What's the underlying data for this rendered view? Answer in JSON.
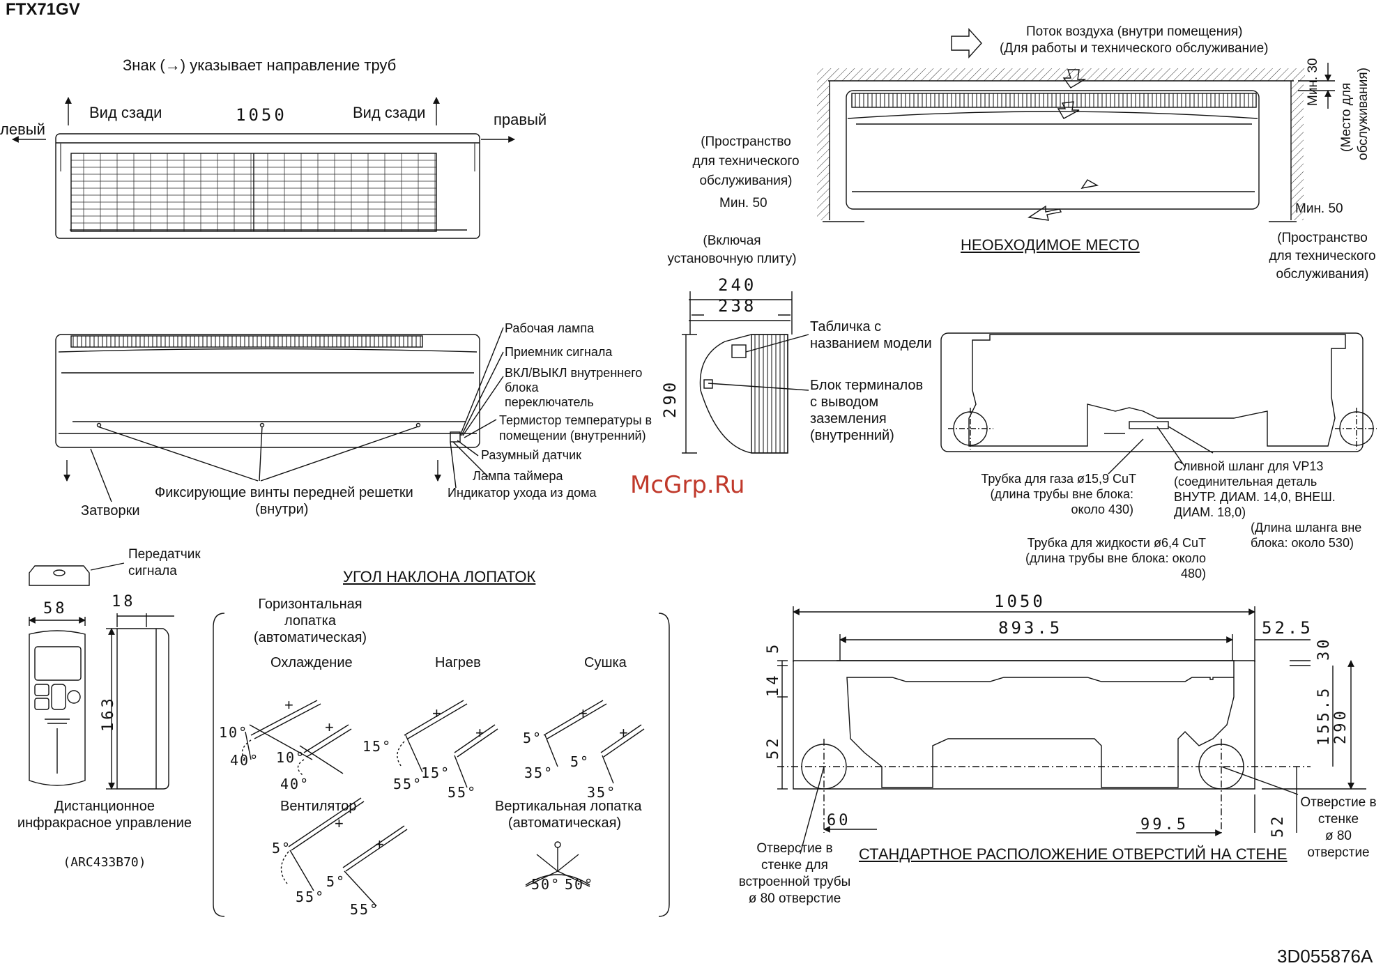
{
  "model": "FTX71GV",
  "doc_code": "3D055876A",
  "watermark": "McGrp.Ru",
  "front": {
    "legend_prefix": "Знак (",
    "legend_arrow": "→",
    "legend_suffix": ")  указывает направление труб",
    "left": "левый",
    "right": "правый",
    "rear_left": "Вид сзади",
    "rear_right": "Вид сзади",
    "width": "1050"
  },
  "front_labels": {
    "operation_lamp": "Рабочая лампа",
    "signal_receiver": "Приемник сигнала",
    "onoff_1": "ВКЛ/ВЫКЛ внутреннего",
    "onoff_2": "блока",
    "onoff_3": "переключатель",
    "thermistor_1": "Термистор температуры в",
    "thermistor_2": "помещении (внутренний)",
    "smart_sensor": "Разумный датчик",
    "timer_lamp": "Лампа таймера",
    "home_leave": "Индикатор ухода из дома",
    "screws_1": "Фиксирующие винты передней решетки",
    "screws_2": "(внутри)",
    "shutters": "Затворки"
  },
  "space": {
    "airflow_1": "Поток воздуха (внутри помещения)",
    "airflow_2": "(Для работы и технического обслуживание)",
    "left_1": "(Пространство",
    "left_2": "для технического",
    "left_3": "обслуживания)",
    "left_min": "Мин. 50",
    "incl_1": "(Включая",
    "incl_2": "установочную плиту)",
    "title": "НЕОБХОДИМОЕ МЕСТО",
    "right_min": "Мин. 50",
    "right_1": "(Пространство",
    "right_2": "для технического",
    "right_3": "обслуживания)",
    "top_min": "Мин. 30",
    "top_place_1": "(Место для",
    "top_place_2": "обслуживания)"
  },
  "side": {
    "d240": "240",
    "d238": "238",
    "d290": "290",
    "nameplate_1": "Табличка с",
    "nameplate_2": "названием модели",
    "terminal_1": "Блок терминалов",
    "terminal_2": "с выводом",
    "terminal_3": "заземления",
    "terminal_4": "(внутренний)"
  },
  "pipes": {
    "gas_1": "Трубка для газа ø15,9 CuT",
    "gas_2": "(длина трубы вне блока:",
    "gas_3": "около 430)",
    "drain_1": "Сливной шланг для VP13",
    "drain_2": "(соединительная деталь",
    "drain_3": "ВНУТР. ДИАМ. 14,0, ВНЕШ.",
    "drain_4": "ДИАМ. 18,0)",
    "drain_5": "(Длина шланга вне",
    "drain_6": "блока: около 530)",
    "liquid_1": "Трубка для жидкости ø6,4 CuT",
    "liquid_2": "(длина трубы вне блока: около",
    "liquid_3": "480)"
  },
  "remote": {
    "transmitter_1": "Передатчик",
    "transmitter_2": "сигнала",
    "w58": "58",
    "w18": "18",
    "h163": "163",
    "name_1": "Дистанционное",
    "name_2": "инфракрасное управление",
    "code": "(ARC433B70)"
  },
  "louver": {
    "title": "УГОЛ НАКЛОНА ЛОПАТОК",
    "horiz_1": "Горизонтальная",
    "horiz_2": "лопатка",
    "horiz_3": "(автоматическая)",
    "cooling": "Охлаждение",
    "heating": "Нагрев",
    "dry": "Сушка",
    "fan": "Вентилятор",
    "vert_1": "Вертикальная лопатка",
    "vert_2": "(автоматическая)",
    "plus": "+",
    "cool_a1": "10°",
    "cool_a2": "40°",
    "cool_a3": "10°",
    "cool_a4": "40°",
    "heat_a1": "15°",
    "heat_a2": "55°",
    "heat_a3": "15°",
    "heat_a4": "55°",
    "dry_a1": "5°",
    "dry_a2": "35°",
    "dry_a3": "5°",
    "dry_a4": "35°",
    "fan_a1": "5°",
    "fan_a2": "55°",
    "fan_a3": "5°",
    "fan_a4": "55°",
    "vert_a1": "50°",
    "vert_a2": "50°"
  },
  "wall": {
    "title": "СТАНДАРТНОЕ РАСПОЛОЖЕНИЕ ОТВЕРСТИЙ НА СТЕНЕ",
    "w1050": "1050",
    "w893": "893.5",
    "d525": "52.5",
    "d5": "5",
    "d14": "14",
    "d52l": "52",
    "d30": "30",
    "d1555": "155.5",
    "d290": "290",
    "d52r": "52",
    "d60": "60",
    "d995": "99.5",
    "hole_left_1": "Отверстие в",
    "hole_left_2": "стенке для",
    "hole_left_3": "встроенной трубы",
    "hole_left_4": "ø 80 отверстие",
    "hole_right_1": "Отверстие в",
    "hole_right_2": "стенке",
    "hole_right_3": "ø 80",
    "hole_right_4": "отверстие"
  }
}
